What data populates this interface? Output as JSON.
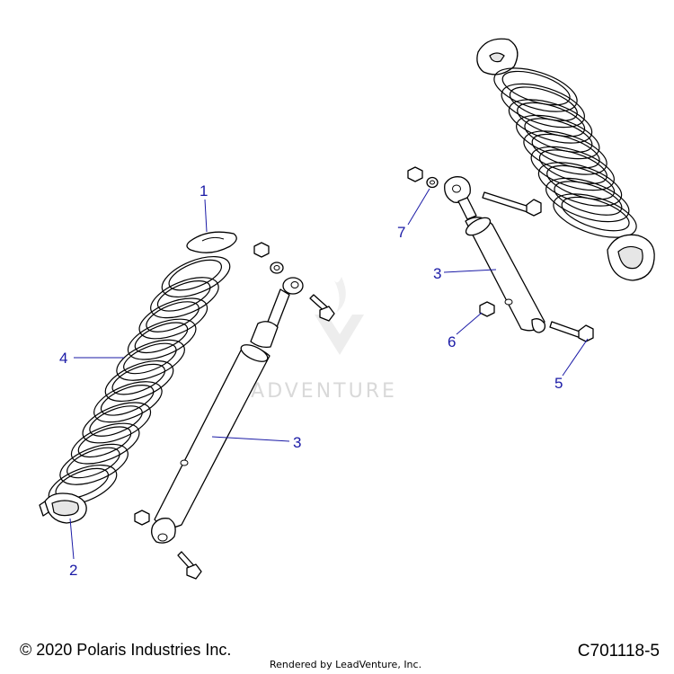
{
  "callouts": {
    "c1": "1",
    "c2": "2",
    "c3a": "3",
    "c3b": "3",
    "c4": "4",
    "c5": "5",
    "c6": "6",
    "c7": "7"
  },
  "watermark": "LEADVENTURE",
  "footer": {
    "copyright": "© 2020 Polaris Industries Inc.",
    "rendered_by": "Rendered by LeadVenture, Inc.",
    "figure_code": "C701118-5"
  },
  "colors": {
    "callout": "#1a1aa6",
    "line_art": "#000000",
    "watermark": "#d9d9d9"
  }
}
